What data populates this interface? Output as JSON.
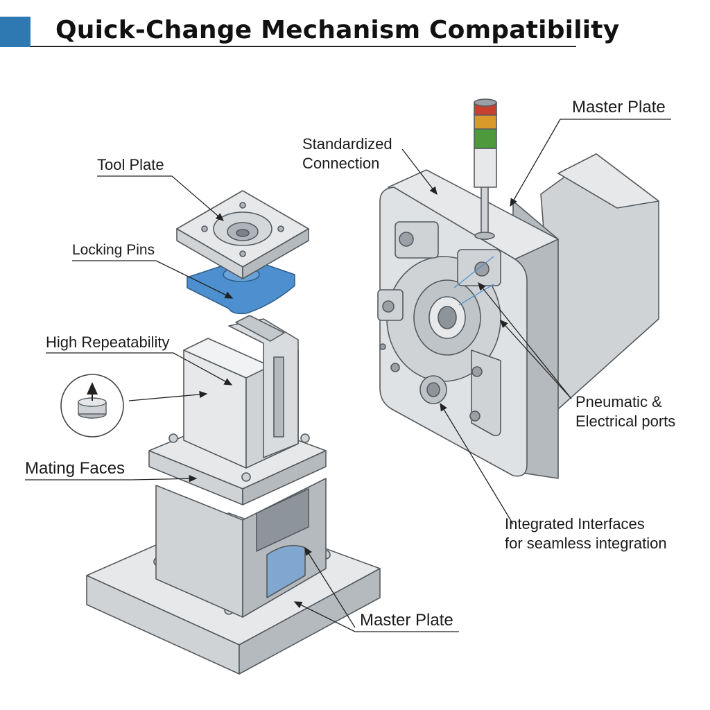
{
  "header": {
    "title": "Quick-Change Mechanism Compatibility"
  },
  "colors": {
    "accent": "#2f79b3",
    "locking_pins": "#4d8fcf",
    "metal_light": "#e6e8ea",
    "metal_mid": "#cfd3d6",
    "metal_dark": "#b5babe",
    "outline": "#555a5e",
    "lamp_red": "#c8412f",
    "lamp_amber": "#d99a2b",
    "lamp_green": "#4c9a3c"
  },
  "labels": {
    "tool_plate": "Tool Plate",
    "locking_pins": "Locking Pins",
    "high_repeatability": "High Repeatability",
    "mating_faces": "Mating Faces",
    "master_plate_bottom": "Master Plate",
    "standardized_connection": "Standardized\nConnection",
    "master_plate_top": "Master Plate",
    "pneumatic_ports": "Pneumatic &\nElectrical ports",
    "integrated_interfaces": "Integrated Interfaces\nfor seamless integration"
  },
  "icons": {
    "title_marker": "square-accent",
    "detail_inset": "pin-up-arrow-icon",
    "status_light": "signal-tower-icon"
  }
}
